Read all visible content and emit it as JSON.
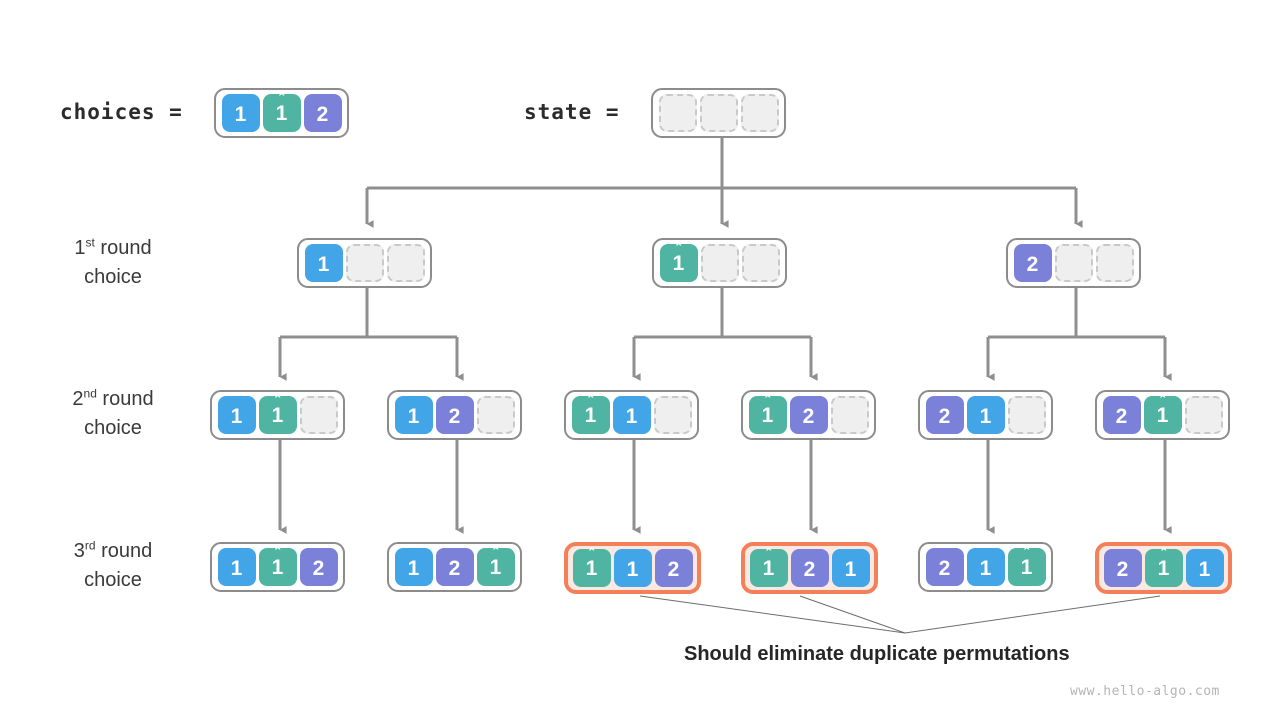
{
  "header": {
    "choices_label": "choices =",
    "state_label": "state =",
    "choices_cells": [
      {
        "value": "1",
        "color": "blue",
        "hat": false
      },
      {
        "value": "1",
        "color": "green",
        "hat": true
      },
      {
        "value": "2",
        "color": "purple",
        "hat": false
      }
    ],
    "state_cells": [
      {
        "value": "",
        "color": "empty",
        "hat": false
      },
      {
        "value": "",
        "color": "empty",
        "hat": false
      },
      {
        "value": "",
        "color": "empty",
        "hat": false
      }
    ]
  },
  "row_labels": [
    {
      "ordinal": "1",
      "suffix": "st",
      "text_a": " round",
      "text_b": "choice"
    },
    {
      "ordinal": "2",
      "suffix": "nd",
      "text_a": " round",
      "text_b": "choice"
    },
    {
      "ordinal": "3",
      "suffix": "rd",
      "text_a": " round",
      "text_b": "choice"
    }
  ],
  "tree": {
    "row1": [
      {
        "highlight": false,
        "cells": [
          {
            "value": "1",
            "color": "blue",
            "hat": false
          },
          {
            "value": "",
            "color": "empty",
            "hat": false
          },
          {
            "value": "",
            "color": "empty",
            "hat": false
          }
        ]
      },
      {
        "highlight": false,
        "cells": [
          {
            "value": "1",
            "color": "green",
            "hat": true
          },
          {
            "value": "",
            "color": "empty",
            "hat": false
          },
          {
            "value": "",
            "color": "empty",
            "hat": false
          }
        ]
      },
      {
        "highlight": false,
        "cells": [
          {
            "value": "2",
            "color": "purple",
            "hat": false
          },
          {
            "value": "",
            "color": "empty",
            "hat": false
          },
          {
            "value": "",
            "color": "empty",
            "hat": false
          }
        ]
      }
    ],
    "row2": [
      {
        "highlight": false,
        "cells": [
          {
            "value": "1",
            "color": "blue",
            "hat": false
          },
          {
            "value": "1",
            "color": "green",
            "hat": true
          },
          {
            "value": "",
            "color": "empty",
            "hat": false
          }
        ]
      },
      {
        "highlight": false,
        "cells": [
          {
            "value": "1",
            "color": "blue",
            "hat": false
          },
          {
            "value": "2",
            "color": "purple",
            "hat": false
          },
          {
            "value": "",
            "color": "empty",
            "hat": false
          }
        ]
      },
      {
        "highlight": false,
        "cells": [
          {
            "value": "1",
            "color": "green",
            "hat": true
          },
          {
            "value": "1",
            "color": "blue",
            "hat": false
          },
          {
            "value": "",
            "color": "empty",
            "hat": false
          }
        ]
      },
      {
        "highlight": false,
        "cells": [
          {
            "value": "1",
            "color": "green",
            "hat": true
          },
          {
            "value": "2",
            "color": "purple",
            "hat": false
          },
          {
            "value": "",
            "color": "empty",
            "hat": false
          }
        ]
      },
      {
        "highlight": false,
        "cells": [
          {
            "value": "2",
            "color": "purple",
            "hat": false
          },
          {
            "value": "1",
            "color": "blue",
            "hat": false
          },
          {
            "value": "",
            "color": "empty",
            "hat": false
          }
        ]
      },
      {
        "highlight": false,
        "cells": [
          {
            "value": "2",
            "color": "purple",
            "hat": false
          },
          {
            "value": "1",
            "color": "green",
            "hat": true
          },
          {
            "value": "",
            "color": "empty",
            "hat": false
          }
        ]
      }
    ],
    "row3": [
      {
        "highlight": false,
        "cells": [
          {
            "value": "1",
            "color": "blue",
            "hat": false
          },
          {
            "value": "1",
            "color": "green",
            "hat": true
          },
          {
            "value": "2",
            "color": "purple",
            "hat": false
          }
        ]
      },
      {
        "highlight": false,
        "cells": [
          {
            "value": "1",
            "color": "blue",
            "hat": false
          },
          {
            "value": "2",
            "color": "purple",
            "hat": false
          },
          {
            "value": "1",
            "color": "green",
            "hat": true
          }
        ]
      },
      {
        "highlight": true,
        "cells": [
          {
            "value": "1",
            "color": "green",
            "hat": true
          },
          {
            "value": "1",
            "color": "blue",
            "hat": false
          },
          {
            "value": "2",
            "color": "purple",
            "hat": false
          }
        ]
      },
      {
        "highlight": true,
        "cells": [
          {
            "value": "1",
            "color": "green",
            "hat": true
          },
          {
            "value": "2",
            "color": "purple",
            "hat": false
          },
          {
            "value": "1",
            "color": "blue",
            "hat": false
          }
        ]
      },
      {
        "highlight": false,
        "cells": [
          {
            "value": "2",
            "color": "purple",
            "hat": false
          },
          {
            "value": "1",
            "color": "blue",
            "hat": false
          },
          {
            "value": "1",
            "color": "green",
            "hat": true
          }
        ]
      },
      {
        "highlight": true,
        "cells": [
          {
            "value": "2",
            "color": "purple",
            "hat": false
          },
          {
            "value": "1",
            "color": "green",
            "hat": true
          },
          {
            "value": "1",
            "color": "blue",
            "hat": false
          }
        ]
      }
    ]
  },
  "annotation": {
    "caption": "Should eliminate duplicate permutations"
  },
  "watermark": "www.hello-algo.com",
  "colors": {
    "blue": "#42a5e8",
    "green": "#4fb5a2",
    "purple": "#7b80d9",
    "empty_fill": "#efefef",
    "empty_border": "#c9c9c9",
    "node_border": "#8c8c8c",
    "highlight_border": "#f4805a",
    "highlight_fill": "#fae9e3",
    "wire": "#8f8f8f",
    "leader": "#6d6d6d"
  }
}
